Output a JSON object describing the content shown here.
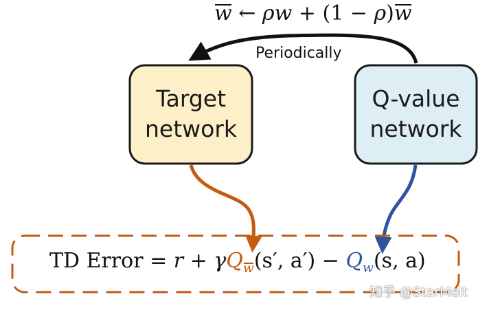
{
  "update_rule": {
    "lhs": "w",
    "arrow": "←",
    "rho": "ρ",
    "w": "w",
    "plus": "+",
    "paren_open": "(1 − ",
    "paren_close": ")",
    "rhs_w": "w"
  },
  "periodically_label": "Periodically",
  "target_box": {
    "line1": "Target",
    "line2": "network",
    "fill": "#fdefc8"
  },
  "qvalue_box": {
    "line1": "Q-value",
    "line2": "network",
    "fill": "#ddeef4"
  },
  "td_error": {
    "lead": "TD Error = ",
    "r": "r",
    "plus": " + ",
    "gamma": "γ",
    "q_target": "Q",
    "q_target_sub": "w",
    "target_args": "(s′, a′)",
    "minus": " − ",
    "q_online": "Q",
    "q_online_sub": "w",
    "online_args": "(s, a)"
  },
  "watermark": "知乎 @StarMelt",
  "colors": {
    "orange": "#c55a11",
    "blue": "#2e54a0",
    "box_border": "#1a1a1a"
  }
}
